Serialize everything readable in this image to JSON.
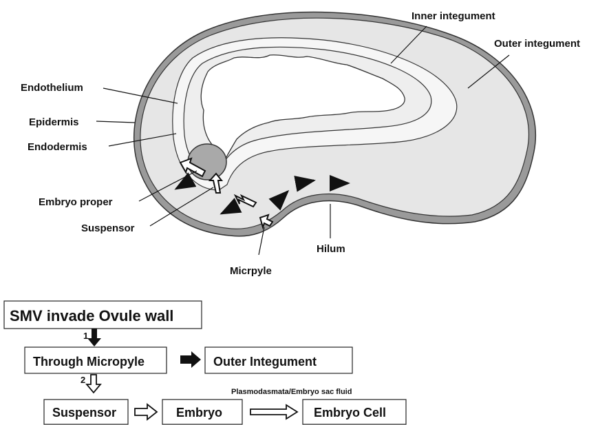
{
  "diagram": {
    "labels": {
      "inner_integument": "Inner integument",
      "outer_integument": "Outer integument",
      "endothelium": "Endothelium",
      "epidermis": "Epidermis",
      "endodermis": "Endodermis",
      "embryo_proper": "Embryo proper",
      "suspensor": "Suspensor",
      "hilum": "Hilum",
      "micropyle": "Micrpyle"
    }
  },
  "flowchart": {
    "box_invade": "SMV invade Ovule wall",
    "step1": "1",
    "box_micropyle": "Through Micropyle",
    "box_outer": "Outer Integument",
    "step2": "2",
    "box_suspensor": "Suspensor",
    "box_embryo": "Embryo",
    "box_cell": "Embryo Cell",
    "pathway_label": "Plasmodasmata/Embryo sac fluid"
  }
}
